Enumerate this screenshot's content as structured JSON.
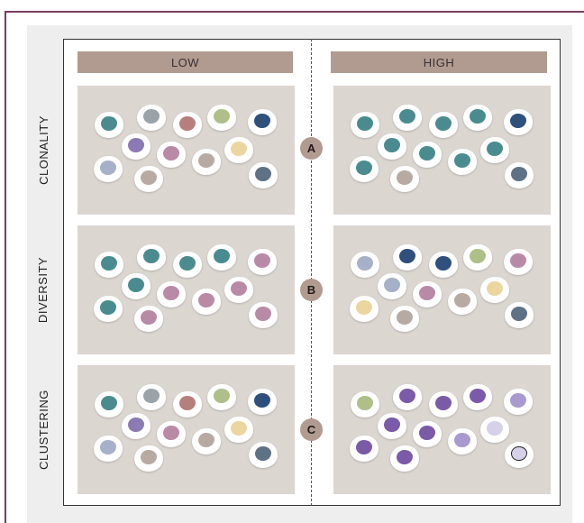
{
  "headers": {
    "low": "LOW",
    "high": "HIGH"
  },
  "rows": [
    {
      "label": "CLONALITY",
      "badge": "A",
      "low_cells": [
        "#4a8b90",
        "#9aa3a8",
        "#b57f7d",
        "#aebf88",
        "#2f4f7d",
        "#8c7ab5",
        "#b98aa6",
        "#b7aaa3",
        "#ecd6a0",
        "#a6b0c9",
        "#b7aaa3",
        "#5f7285"
      ],
      "high_cells": [
        "#4a8b90",
        "#4a8b90",
        "#4a8b90",
        "#4a8b90",
        "#2f4f7d",
        "#4a8b90",
        "#4a8b90",
        "#4a8b90",
        "#4a8b90",
        "#4a8b90",
        "#b7aaa3",
        "#5f7285"
      ]
    },
    {
      "label": "DIVERSITY",
      "badge": "B",
      "low_cells": [
        "#4a8b90",
        "#4a8b90",
        "#4a8b90",
        "#4a8b90",
        "#b98aa6",
        "#4a8b90",
        "#b98aa6",
        "#b98aa6",
        "#b98aa6",
        "#4a8b90",
        "#b98aa6",
        "#b98aa6"
      ],
      "high_cells": [
        "#a6b0c9",
        "#2f4f7d",
        "#2f4f7d",
        "#aebf88",
        "#b98aa6",
        "#a6b0c9",
        "#b98aa6",
        "#b7aaa3",
        "#ecd6a0",
        "#ecd6a0",
        "#b7aaa3",
        "#5f7285"
      ]
    },
    {
      "label": "CLUSTERING",
      "badge": "C",
      "low_cells": [
        "#4a8b90",
        "#9aa3a8",
        "#b57f7d",
        "#aebf88",
        "#2f4f7d",
        "#8c7ab5",
        "#b98aa6",
        "#b7aaa3",
        "#ecd6a0",
        "#a6b0c9",
        "#b7aaa3",
        "#5f7285"
      ],
      "high_cells": [
        "#aebf88",
        "#7b5aa8",
        "#7b5aa8",
        "#7b5aa8",
        "#a89ad0",
        "#7b5aa8",
        "#7b5aa8",
        "#a89ad0",
        "#d6d0e8",
        "#7b5aa8",
        "#7b5aa8",
        "#d6d0e8"
      ],
      "high_outlined_cell": 11
    }
  ]
}
